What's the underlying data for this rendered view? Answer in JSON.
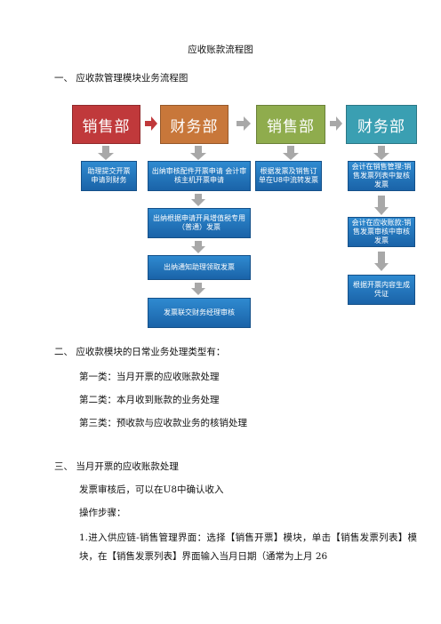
{
  "title": "应收账款流程图",
  "section1": "一、   应收款管理模块业务流程图",
  "flow": {
    "headers": [
      "销售部",
      "财务部",
      "销售部",
      "财务部"
    ],
    "col1": [
      "助理提交开票申请到财务"
    ],
    "col2": [
      "出纳审核配件开票申请 会计审核主机开票申请",
      "出纳根据申请开具增值税专用（普通）发票",
      "出纳通知助理领取发票",
      "发票联交财务经理审核"
    ],
    "col3": [
      "根据发票及销售订单在U8中流转发票"
    ],
    "col4": [
      "会计在销售管理:销售发票列表中复核发票",
      "会计在应收账款:销售发票审核中审核发票",
      "根据开票内容生成凭证"
    ],
    "colors": {
      "red": "#c0393b",
      "orange": "#c8773a",
      "green": "#8fac4d",
      "teal": "#3a9fb2",
      "blue": "#1f6fb8",
      "arrow": "#a8a8a8",
      "arrowRed": "#c0393b"
    }
  },
  "section2": "二、   应收款模块的日常业务处理类型有：",
  "types": [
    "第一类：当月开票的应收账款处理",
    "第二类：本月收到账款的业务处理",
    "第三类：预收款与应收款业务的核销处理"
  ],
  "section3": "三、   当月开票的应收账款处理",
  "p1": "发票审核后，可以在U8中确认收入",
  "p2": "操作步骤：",
  "p3": "1.进入供应链-销售管理界面：选择【销售开票】模块，单击【销售发票列表】模块，在【销售发票列表】界面输入当月日期（通常为上月 26"
}
